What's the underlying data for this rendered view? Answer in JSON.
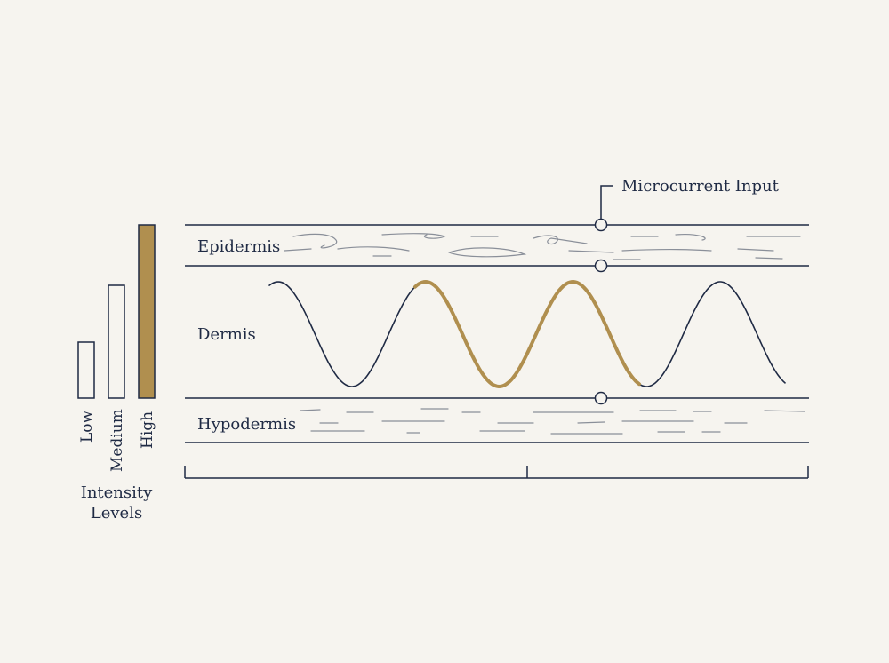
{
  "colors": {
    "background": "#f6f4ef",
    "ink": "#1f2a44",
    "accent": "#b08f4f",
    "texture": "#8a8f99"
  },
  "layers": [
    {
      "name": "Epidermis"
    },
    {
      "name": "Dermis"
    },
    {
      "name": "Hypodermis"
    }
  ],
  "input_label": "Microcurrent Input",
  "intensity": {
    "title_line1": "Intensity",
    "title_line2": "Levels",
    "levels": [
      {
        "label": "Low",
        "level": 1,
        "active": false
      },
      {
        "label": "Medium",
        "level": 2,
        "active": false
      },
      {
        "label": "High",
        "level": 3,
        "active": true
      }
    ]
  },
  "wave": {
    "cycles": 4,
    "highlighted_span": "cycles 2–3"
  }
}
